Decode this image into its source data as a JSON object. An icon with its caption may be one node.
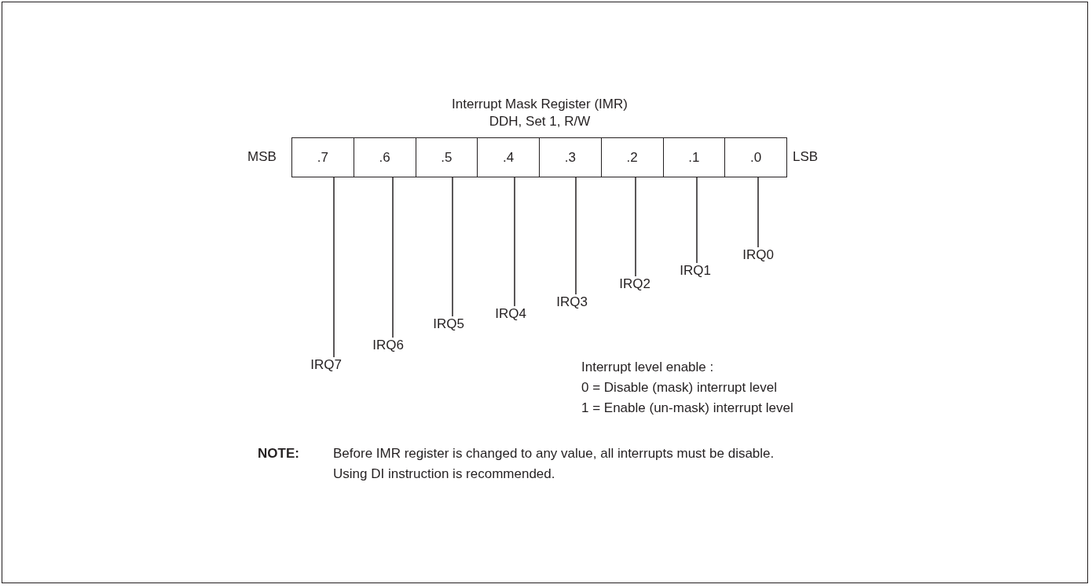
{
  "diagram": {
    "title": "Interrupt Mask Register (IMR)",
    "nodes": [
      {
        "text": [
          ".7"
        ]
      },
      {
        "text": [
          ".6"
        ]
      },
      {
        "text": [
          ".5"
        ]
      },
      {
        "text": [
          ".4"
        ]
      },
      {
        "text": [
          ".3"
        ]
      },
      {
        "text": [
          ".2"
        ]
      },
      {
        "text": [
          ".1"
        ]
      },
      {
        "text": [
          ".0"
        ]
      },
      {
        "text": [
          "IRQ0"
        ]
      },
      {
        "text": [
          "IRQ1"
        ]
      },
      {
        "text": [
          "IRQ2"
        ]
      },
      {
        "text": [
          "IRQ3"
        ]
      },
      {
        "text": [
          "IRQ4"
        ]
      },
      {
        "text": [
          "IRQ5"
        ]
      },
      {
        "text": [
          "IRQ6"
        ]
      },
      {
        "text": [
          "IRQ7"
        ]
      }
    ],
    "edges": [
      {
        "from": 15,
        "to": 0,
        "arrow": "none"
      },
      {
        "from": 14,
        "to": 1,
        "arrow": "none"
      },
      {
        "from": 13,
        "to": 2,
        "arrow": "none"
      },
      {
        "from": 12,
        "to": 3,
        "arrow": "none"
      },
      {
        "from": 11,
        "to": 4,
        "arrow": "none"
      },
      {
        "from": 10,
        "to": 5,
        "arrow": "none"
      },
      {
        "from": 9,
        "to": 6,
        "arrow": "none"
      },
      {
        "from": 8,
        "to": 7,
        "arrow": "none"
      }
    ],
    "labels": [
      "DDH, Set 1, R/W",
      "MSB",
      "LSB",
      "Interrupt level enable :",
      "0 = Disable (mask) interrupt level",
      "1 = Enable (un-mask) interrupt level",
      "NOTE:",
      "Before IMR register is changed to any value, all interrupts must be disable.",
      "Using DI instruction is recommended."
    ]
  }
}
